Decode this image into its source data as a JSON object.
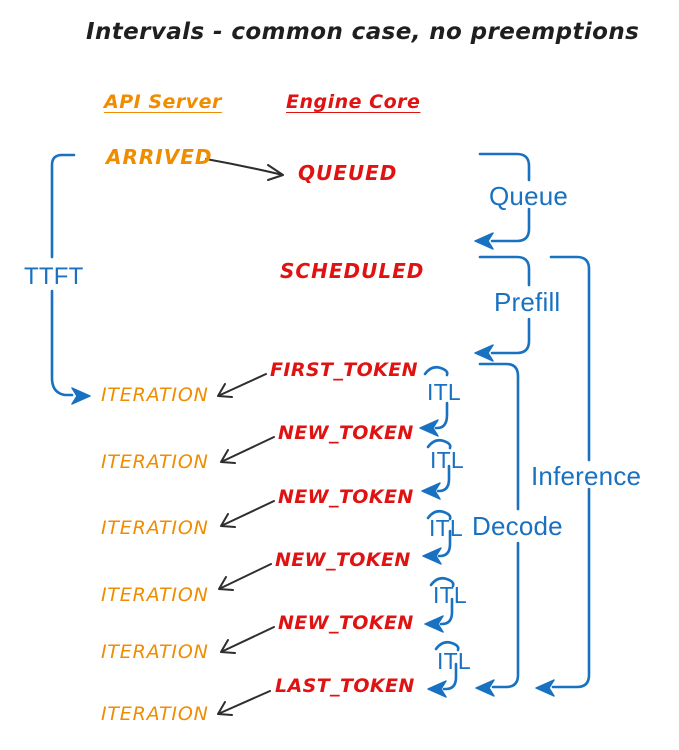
{
  "title": "Intervals - common case, no preemptions",
  "columns": {
    "api_server": "API Server",
    "engine_core": "Engine Core"
  },
  "events": {
    "arrived": "ARRIVED",
    "queued": "QUEUED",
    "scheduled": "SCHEDULED",
    "tokens": [
      "FIRST_TOKEN",
      "NEW_TOKEN",
      "NEW_TOKEN",
      "NEW_TOKEN",
      "NEW_TOKEN",
      "LAST_TOKEN"
    ],
    "iterations": [
      "ITERATION",
      "ITERATION",
      "ITERATION",
      "ITERATION",
      "ITERATION",
      "ITERATION"
    ]
  },
  "intervals": {
    "ttft": "TTFT",
    "queue": "Queue",
    "prefill": "Prefill",
    "decode": "Decode",
    "inference": "Inference",
    "itl_labels": [
      "ITL",
      "ITL",
      "ITL",
      "ITL",
      "ITL"
    ]
  },
  "colors": {
    "api_server_orange": "#f08c00",
    "engine_core_red": "#e01313",
    "interval_blue": "#1971c2",
    "arrow_black": "#2e2e2e",
    "background": "#ffffff"
  }
}
